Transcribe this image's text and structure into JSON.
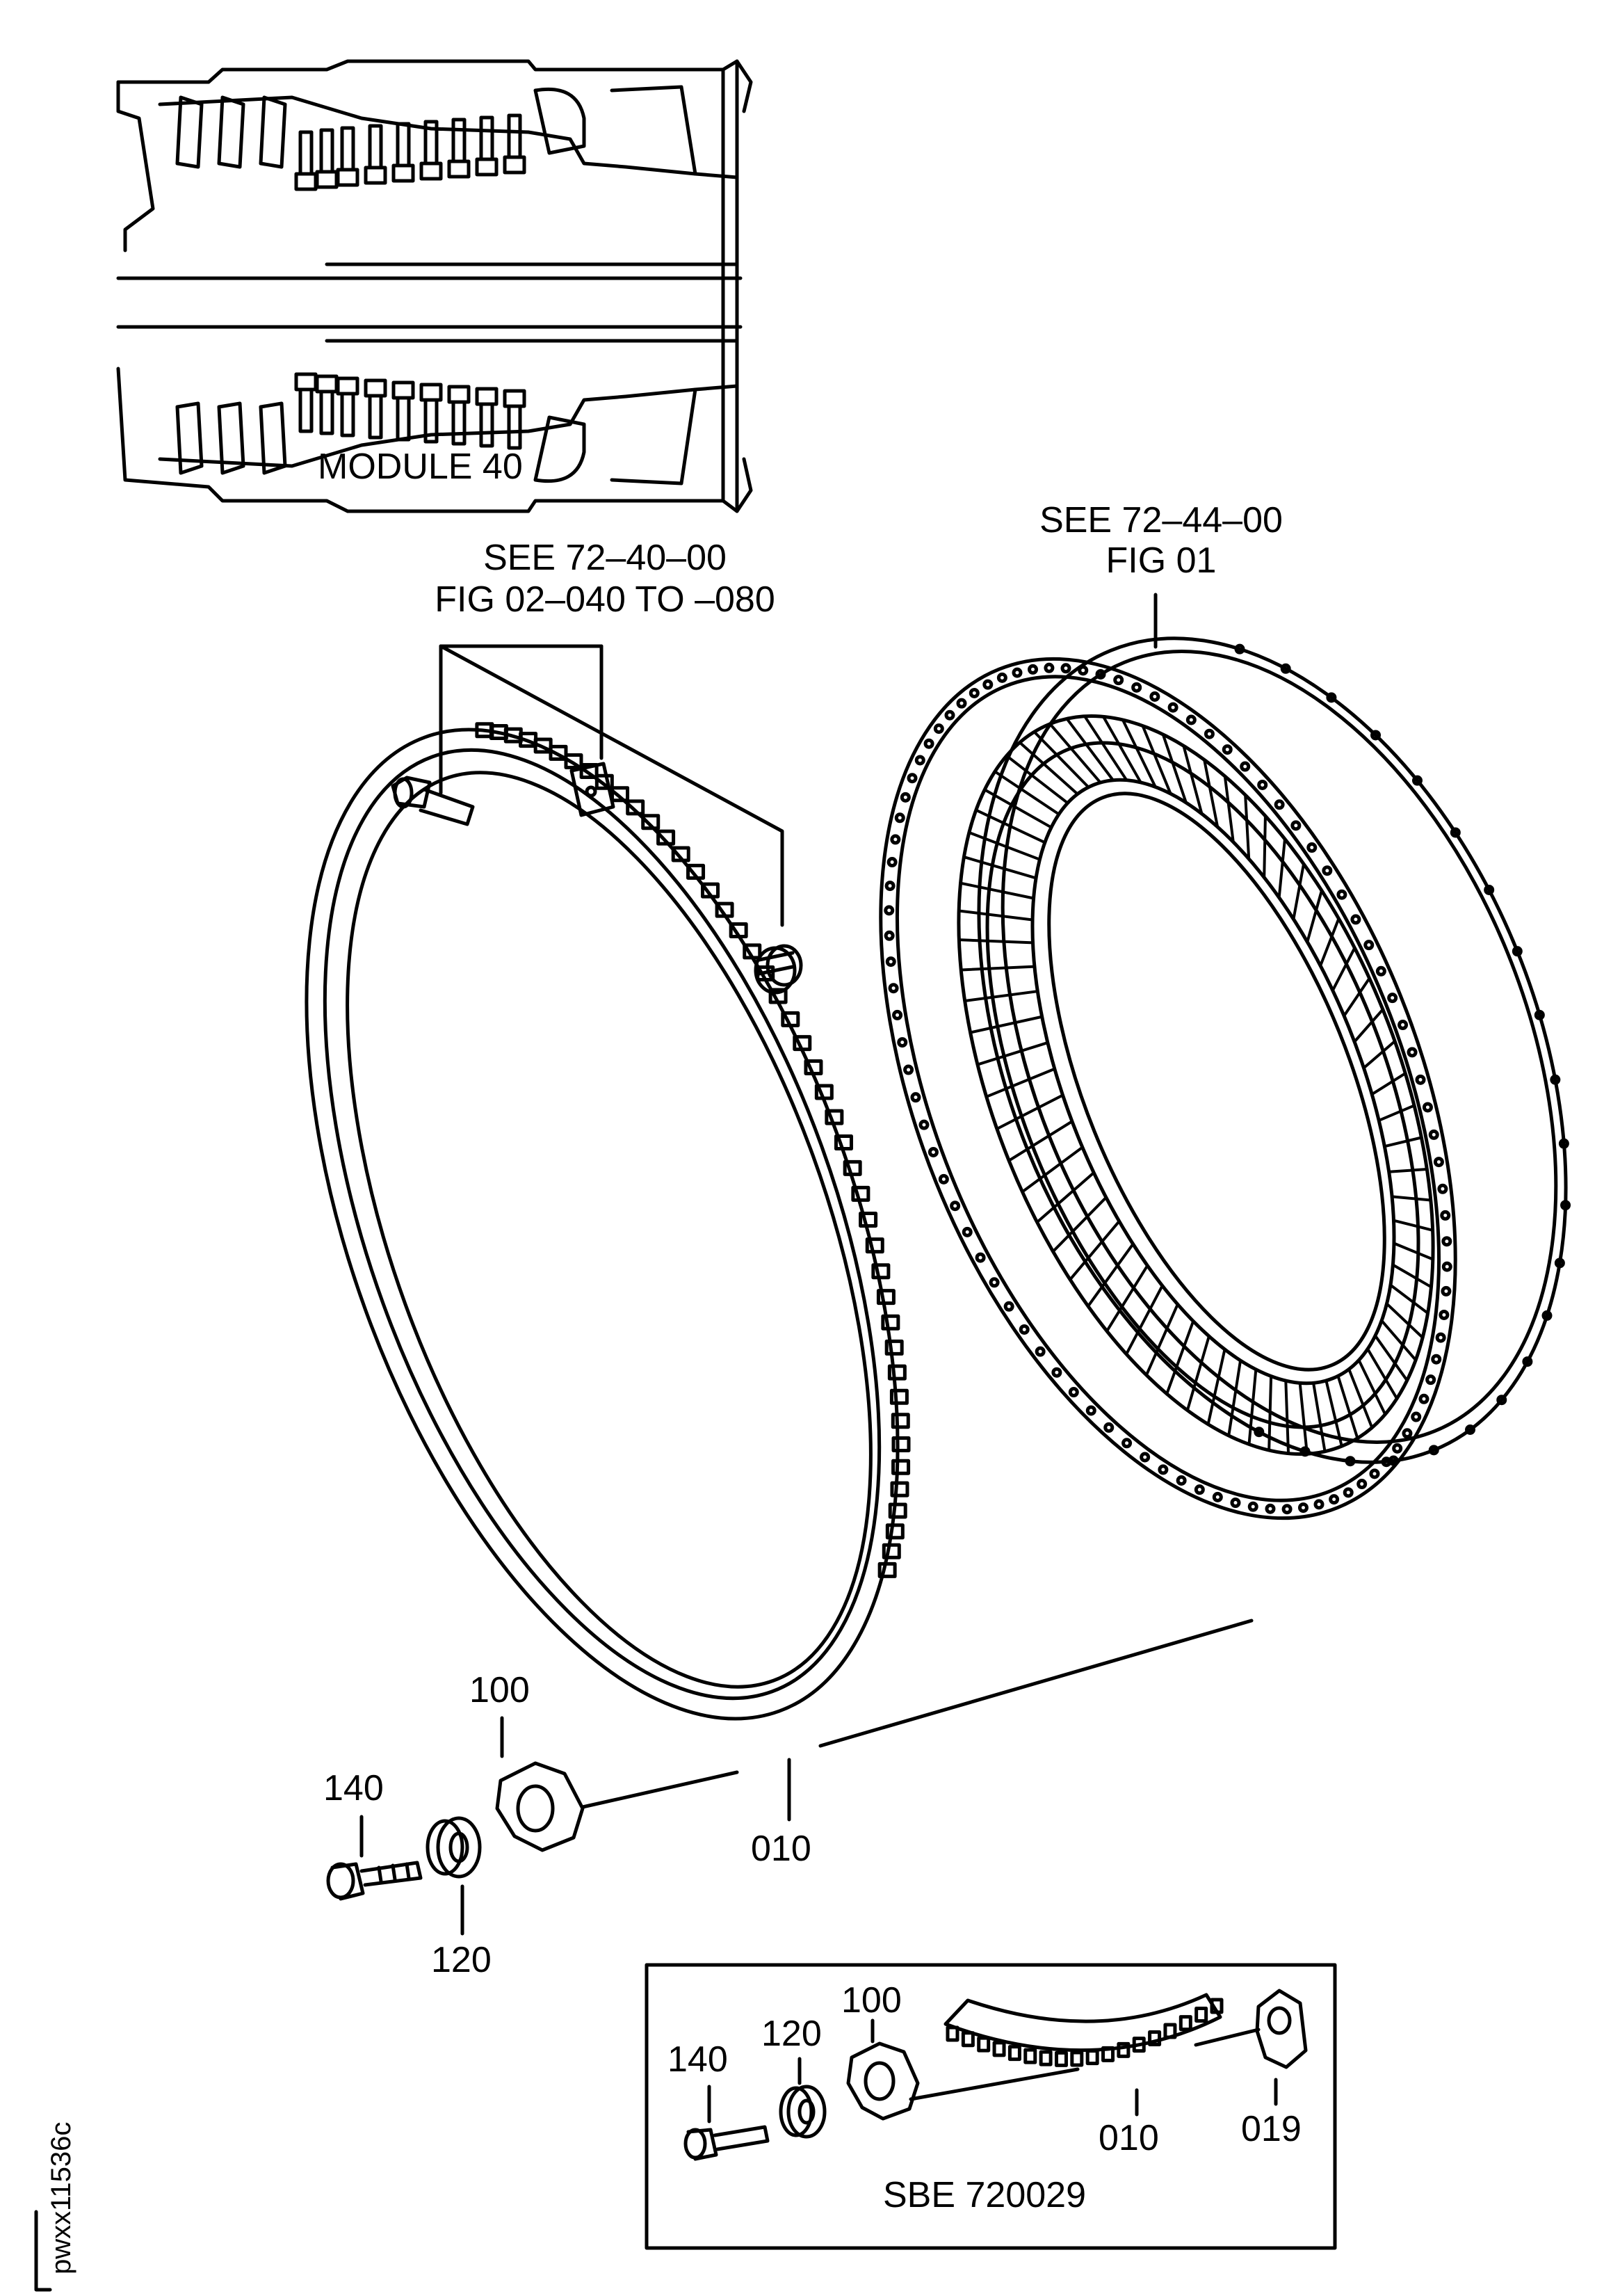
{
  "module": {
    "label": "MODULE 40"
  },
  "references": {
    "upper_left": {
      "line1": "SEE 72–40–00",
      "line2": "FIG 02–040 TO –080"
    },
    "upper_right": {
      "line1": "SEE 72–44–00",
      "line2": "FIG 01"
    }
  },
  "main_view": {
    "callouts": {
      "c140": "140",
      "c100": "100",
      "c120": "120",
      "c010": "010"
    }
  },
  "inset": {
    "callouts": {
      "c140": "140",
      "c120": "120",
      "c100": "100",
      "c010": "010",
      "c019": "019"
    },
    "caption": "SBE 720029"
  },
  "document_id": "pwxx11536c"
}
